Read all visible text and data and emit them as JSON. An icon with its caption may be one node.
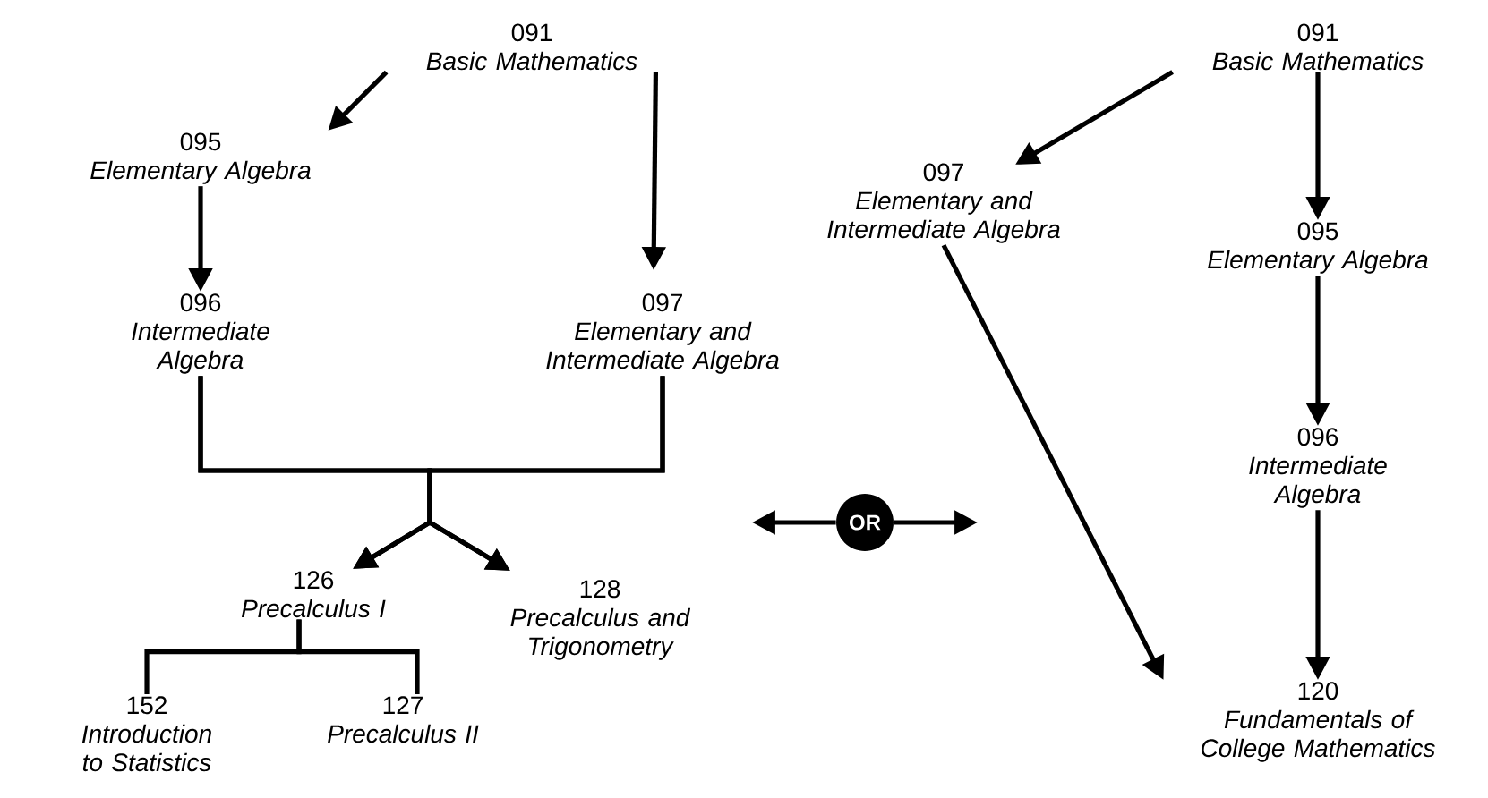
{
  "diagram": {
    "nodes": [
      {
        "text": [
          "091",
          "Basic Mathematics"
        ]
      },
      {
        "text": [
          "095",
          "Elementary Algebra"
        ]
      },
      {
        "text": [
          "096",
          "Intermediate Algebra"
        ]
      },
      {
        "text": [
          "097",
          "Elementary and Intermediate Algebra"
        ]
      },
      {
        "text": [
          "126",
          "Precalculus I"
        ]
      },
      {
        "text": [
          "128",
          "Precalculus and Trigonometry"
        ]
      },
      {
        "text": [
          "152",
          "Introduction to Statistics"
        ]
      },
      {
        "text": [
          "127",
          "Precalculus II"
        ]
      },
      {
        "text": [
          "OR"
        ]
      },
      {
        "text": [
          "091",
          "Basic Mathematics"
        ]
      },
      {
        "text": [
          "097",
          "Elementary and Intermediate Algebra"
        ]
      },
      {
        "text": [
          "095",
          "Elementary Algebra"
        ]
      },
      {
        "text": [
          "096",
          "Intermediate Algebra"
        ]
      },
      {
        "text": [
          "120",
          "Fundamentals of College Mathematics"
        ]
      }
    ],
    "edges": [
      {
        "from": 0,
        "to": 1,
        "arrow": "to"
      },
      {
        "from": 0,
        "to": 3,
        "arrow": "to"
      },
      {
        "from": 1,
        "to": 2,
        "arrow": "to"
      },
      {
        "from": 2,
        "to": 4,
        "arrow": "to"
      },
      {
        "from": 3,
        "to": 4,
        "arrow": "to"
      },
      {
        "from": 2,
        "to": 5,
        "arrow": "to"
      },
      {
        "from": 3,
        "to": 5,
        "arrow": "to"
      },
      {
        "from": 4,
        "to": 6,
        "arrow": "none"
      },
      {
        "from": 4,
        "to": 7,
        "arrow": "none"
      },
      {
        "from": 8,
        "to": null,
        "arrow": "to"
      },
      {
        "from": 8,
        "to": null,
        "arrow": "to"
      },
      {
        "from": 9,
        "to": 10,
        "arrow": "to"
      },
      {
        "from": 9,
        "to": 11,
        "arrow": "to"
      },
      {
        "from": 11,
        "to": 12,
        "arrow": "to"
      },
      {
        "from": 12,
        "to": 13,
        "arrow": "to"
      },
      {
        "from": 10,
        "to": 13,
        "arrow": "to"
      }
    ]
  }
}
